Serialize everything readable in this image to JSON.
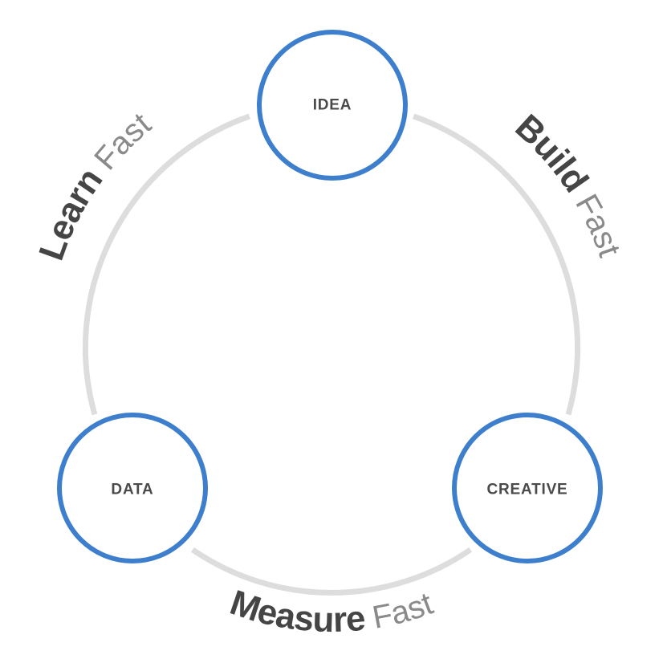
{
  "nodes": {
    "idea": "IDEA",
    "creative": "CREATIVE",
    "data": "DATA"
  },
  "stages": {
    "build": {
      "bold": "Build",
      "light": " Fast"
    },
    "measure": {
      "bold": "Measure",
      "light": " Fast"
    },
    "learn": {
      "bold": "Learn",
      "light": " Fast"
    }
  },
  "colors": {
    "node_stroke": "#3d7fcc",
    "ring": "#dddddd",
    "label": "#4a4a4a",
    "light_text": "#8a8a8a"
  }
}
